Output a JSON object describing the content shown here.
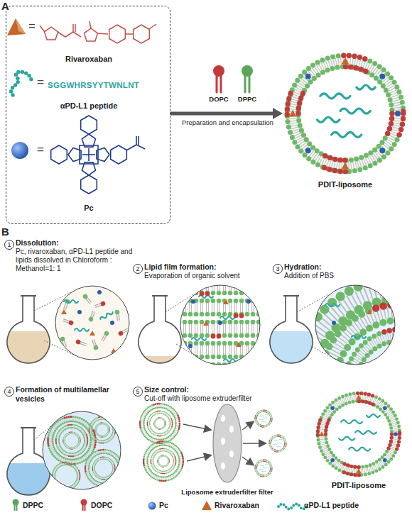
{
  "diagram": {
    "nodes": [
      {
        "text": [
          "Rivaroxaban",
          "SGGWHRSYYTWNLNT",
          "αPD-L1 peptide",
          "Pc"
        ]
      },
      {
        "text": [
          "PDIT-liposome"
        ]
      }
    ],
    "edges": [
      {
        "from": 0,
        "to": 1,
        "label": "Preparation and encapsulation",
        "arrow": "to"
      }
    ],
    "labels": [
      "A",
      "=",
      "=",
      "=",
      "DOPC",
      "DPPC",
      "B",
      "1",
      "Dissolution:",
      "Pc, rivaroxaban, αPD-L1 peptide and lipids dissolved in Chloroform : Methanol=1: 1",
      "2",
      "Lipid film formation:",
      "Evaporation of organic solvent",
      "3",
      "Hydration:",
      "Addition of PBS",
      "4",
      "Formation of multilamellar vesicles",
      "5",
      "Size control:",
      "Cut-off with liposome extruderfilter",
      "Liposome extruderfilter filter",
      "PDIT-liposome"
    ],
    "legend": [
      {
        "text": "DPPC"
      },
      {
        "text": "DOPC"
      },
      {
        "text": "Pc"
      },
      {
        "text": "Rivaroxaban"
      },
      {
        "text": "αPD-L1 peptide"
      }
    ]
  }
}
